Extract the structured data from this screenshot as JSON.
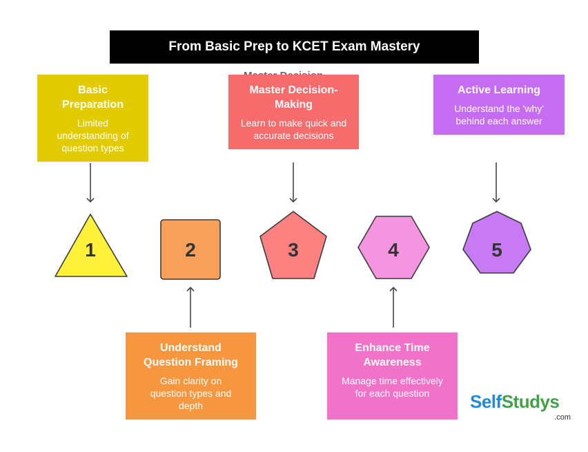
{
  "title": "From Basic Prep to KCET Exam Mastery",
  "ghost_text": "Master Decision-",
  "steps": [
    {
      "number": "1",
      "heading": "Basic Preparation",
      "description": "Limited understanding of question types",
      "color": "#e2cb00",
      "shape_color": "#fff03a",
      "shape": "triangle"
    },
    {
      "number": "2",
      "heading": "Understand Question Framing",
      "description": "Gain clarity on question types and depth",
      "color": "#f6963f",
      "shape_color": "#f8a05a",
      "shape": "square"
    },
    {
      "number": "3",
      "heading": "Master Decision-Making",
      "description": "Learn to make quick and accurate decisions",
      "color": "#f66b6b",
      "shape_color": "#fb8080",
      "shape": "pentagon"
    },
    {
      "number": "4",
      "heading": "Enhance Time Awareness",
      "description": "Manage time effectively for each question",
      "color": "#f173c9",
      "shape_color": "#f594e0",
      "shape": "hexagon"
    },
    {
      "number": "5",
      "heading": "Active Learning",
      "description": "Understand the 'why' behind each answer",
      "color": "#c66cf2",
      "shape_color": "#c77af4",
      "shape": "heptagon"
    }
  ],
  "logo": {
    "self": "Self",
    "studys": "Studys",
    "dotcom": ".com"
  }
}
